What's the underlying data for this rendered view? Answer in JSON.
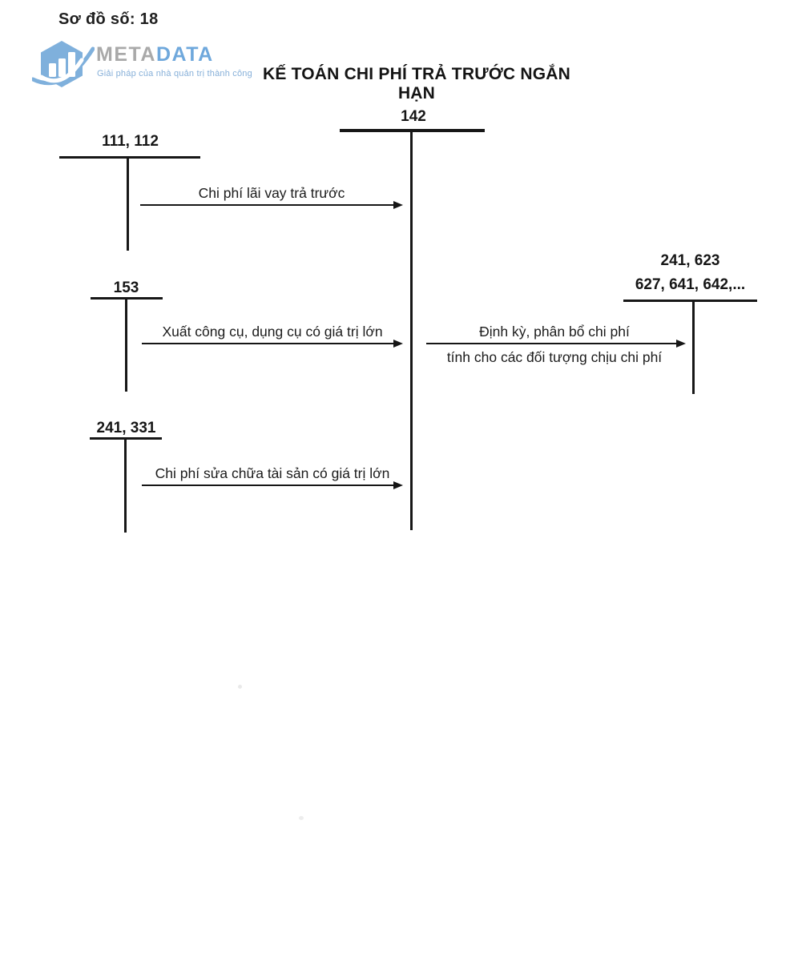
{
  "header": {
    "diagram_number": "Sơ đồ số: 18",
    "title": "KẾ TOÁN CHI PHÍ TRẢ TRƯỚC NGẮN HẠN"
  },
  "logo": {
    "icon": "bar-chart-hexagon-icon",
    "brand_gray": "META",
    "brand_blue": "DATA",
    "tagline": "Giải pháp của nhà quản trị thành công",
    "colors": {
      "icon_blue": "#7fb0dc",
      "brand_gray": "#a9a9a9",
      "brand_blue": "#6fa8dc",
      "tagline_blue": "#87b0d9"
    }
  },
  "diagram": {
    "type": "t-account-flow",
    "accounts": {
      "acc_111_112": {
        "label": "111, 112"
      },
      "acc_153": {
        "label": "153"
      },
      "acc_241_331": {
        "label": "241, 331"
      },
      "acc_142": {
        "label": "142"
      },
      "acc_right": {
        "label_line1": "241, 623",
        "label_line2": "627, 641, 642,..."
      }
    },
    "flows": [
      {
        "from": "111, 112",
        "to": "142",
        "label": "Chi phí lãi vay trả trước"
      },
      {
        "from": "153",
        "to": "142",
        "label": "Xuất công cụ, dụng cụ có giá trị lớn"
      },
      {
        "from": "142",
        "to": "241, 623, 627, 641, 642,...",
        "label": "Định kỳ, phân bổ chi phí",
        "label_line2": "tính cho các đối tượng chịu chi phí"
      },
      {
        "from": "241, 331",
        "to": "142",
        "label": "Chi phí sửa chữa tài sản có giá trị lớn"
      }
    ]
  }
}
